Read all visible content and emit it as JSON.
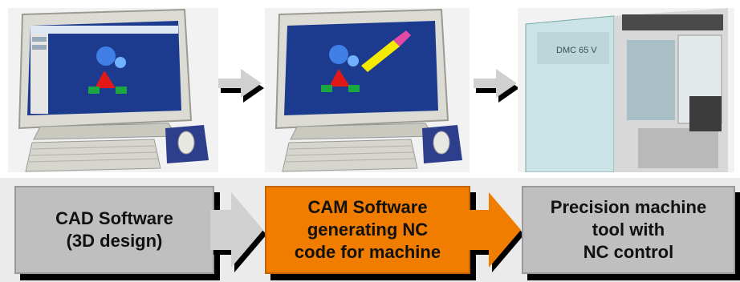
{
  "steps": [
    {
      "label": "CAD Software\n(3D design)",
      "image": "computer-with-cad-model"
    },
    {
      "label": "CAM Software\ngenerating NC\ncode for machine",
      "image": "computer-with-cam-toolpath"
    },
    {
      "label": "Precision machine\ntool with\nNC control",
      "image": "cnc-machining-center"
    }
  ],
  "machine_plate": "DMC 65 V",
  "colors": {
    "highlight": "#f07d00",
    "neutral_box": "#bfbfbf",
    "arrow": "#d0d0d0",
    "shadow": "#000000"
  }
}
